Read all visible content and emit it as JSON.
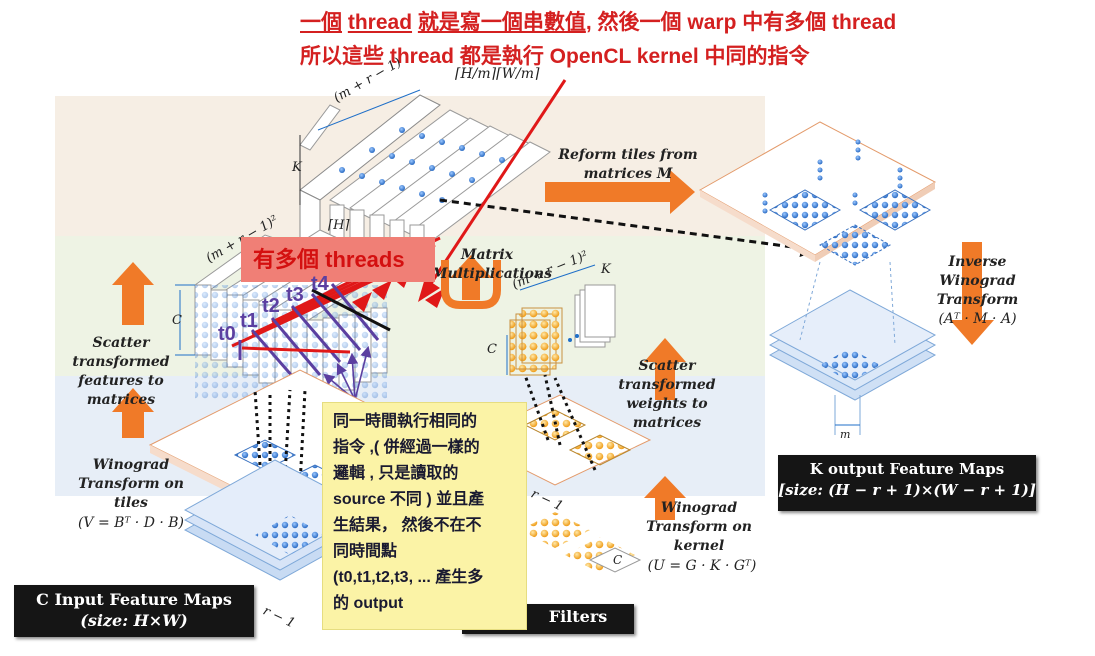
{
  "top_note": {
    "line1_a": "一個",
    "line1_b": "thread",
    "line1_c": "就是寫一個串數值",
    "line1_d": ", 然後一個 warp 中有多個 thread",
    "line2": "所以這些 thread 都是執行 OpenCL kernel 中同的指令"
  },
  "callouts": {
    "threads": "有多個 threads",
    "box_lines": [
      "同一時間執行相同的",
      "指令 ,( 併經過一樣的",
      "邏輯 , 只是讀取的",
      "source 不同 ) 並且產",
      "生結果， 然後不在不",
      "同時間點",
      "(t0,t1,t2,t3, ... 產生多",
      "的 output"
    ]
  },
  "thread_labels": [
    "t0",
    "t1",
    "t2",
    "t3",
    "t4"
  ],
  "diagram": {
    "reform": "Reform tiles from matrices M",
    "matrix_mult": "Matrix Multiplications",
    "inverse": "Inverse Winograd Transform",
    "inverse_formula": "(Aᵀ · M · A)",
    "scatter_features": "Scatter transformed features to matrices",
    "scatter_weights": "Scatter transformed weights to matrices",
    "wino_tiles": "Winograd Transform on tiles",
    "wino_tiles_formula": "(V = Bᵀ · D · B)",
    "wino_kernel": "Winograd Transform on kernel",
    "wino_kernel_formula": "(U = G · K · Gᵀ)",
    "dim_top": "(m + r − 1)",
    "dim_frac": "⌈H/m⌉⌈W/m⌉",
    "dim_sq": "(m + r − 1)²",
    "dim_sq2": "(m + r − 1)²",
    "dim_h": "⌈H⌉",
    "K": "K",
    "C": "C",
    "m": "m",
    "r1": "r − 1",
    "r1b": "r − 1"
  },
  "boxes": {
    "input_title": "C Input Feature Maps",
    "input_size": "(size: H×W)",
    "output_title": "K output Feature Maps",
    "output_size": "[size: (H − r + 1)×(W − r + 1)]",
    "filters": "Filters"
  },
  "colors": {
    "annotation_red": "#d42020",
    "thread_purple": "#5b3fa0",
    "arrow_orange": "#f07a28",
    "highlight_pink": "#f07f76",
    "note_yellow": "#fbf3a6"
  }
}
